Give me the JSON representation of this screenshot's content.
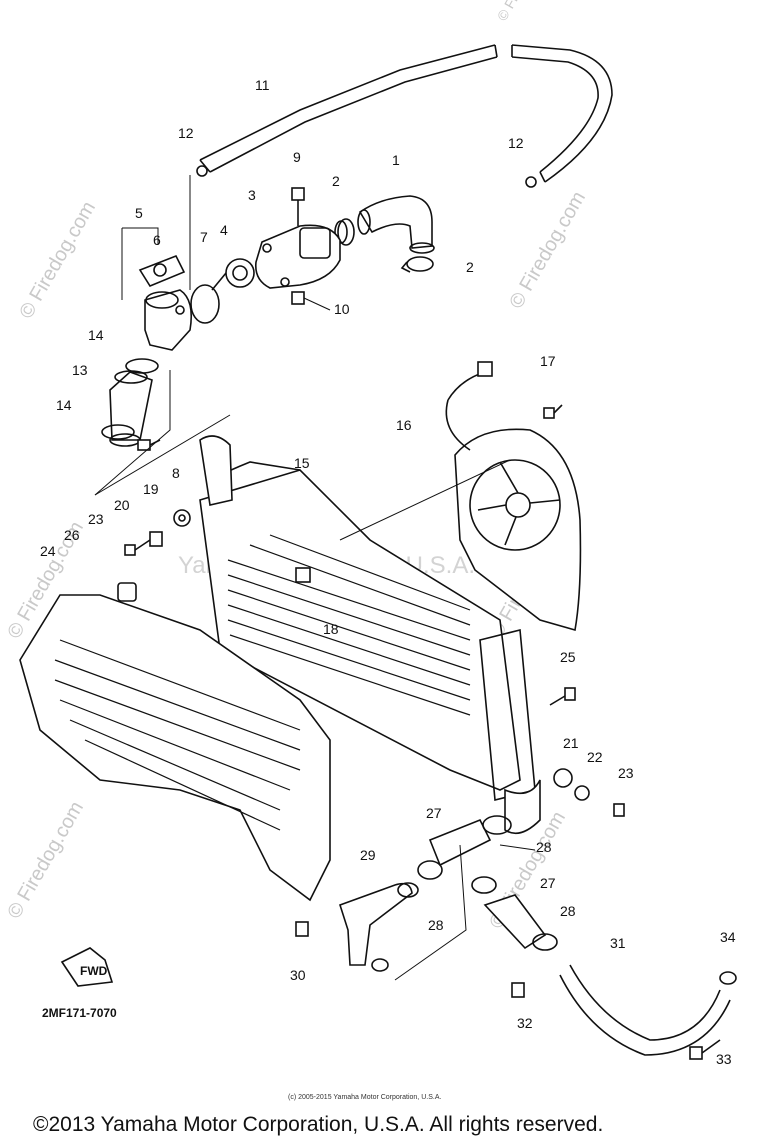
{
  "watermarks": {
    "site": "© Firedog.com",
    "center": "Yamaha Motor Corp. U.S.A."
  },
  "diagram_code": "2MF171-7070",
  "direction_label": "FWD",
  "callouts": {
    "c1": "1",
    "c2a": "2",
    "c2b": "2",
    "c3": "3",
    "c4": "4",
    "c5": "5",
    "c6": "6",
    "c7": "7",
    "c8": "8",
    "c9": "9",
    "c10": "10",
    "c11": "11",
    "c12a": "12",
    "c12b": "12",
    "c13": "13",
    "c14a": "14",
    "c14b": "14",
    "c15": "15",
    "c16": "16",
    "c17": "17",
    "c18": "18",
    "c19": "19",
    "c20": "20",
    "c21": "21",
    "c22": "22",
    "c23a": "23",
    "c23b": "23",
    "c24": "24",
    "c25": "25",
    "c26": "26",
    "c27a": "27",
    "c27b": "27",
    "c28a": "28",
    "c28b": "28",
    "c28c": "28",
    "c29": "29",
    "c30": "30",
    "c31": "31",
    "c32": "32",
    "c33": "33",
    "c34": "34"
  },
  "small_copyright": "(c) 2005-2015 Yamaha Motor Corporation, U.S.A.",
  "footer_copyright": "©2013 Yamaha Motor Corporation, U.S.A. All rights reserved."
}
